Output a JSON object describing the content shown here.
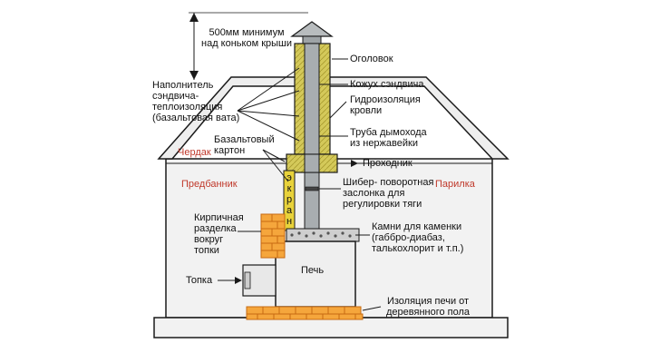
{
  "labels": {
    "min_height": "500мм минимум\nнад коньком крыши",
    "cap": "Оголовок",
    "sandwich_casing": "Кожух сэндвича",
    "filler": "Наполнитель\nсэндвича-\nтеплоизоляция\n(базальтовая вата)",
    "waterproofing": "Гидроизоляция\nкровли",
    "flue_pipe": "Труба дымохода\nиз нержавейки",
    "attic": "Чердак",
    "basalt_cardboard": "Базальтовый\nкартон",
    "passage": "Проходник",
    "anteroom": "Предбанник",
    "steam_room": "Парилка",
    "screen": "экран",
    "damper": "Шибер- поворотная\nзаслонка для\nрегулировки тяги",
    "brick_cutting": "Кирпичная\nразделка\nвокруг\nтопки",
    "stones": "Камни для каменки\n(габбро-диабаз,\nталькохлорит и т.п.)",
    "firebox": "Топка",
    "stove": "Печь",
    "insulation": "Изоляция печи от\nдеревянного пола"
  },
  "colors": {
    "outline": "#1a1a1a",
    "wall": "#f0f0f0",
    "insulation_fill": "#d4c95a",
    "pipe": "#9ea3a6",
    "brick": "#f5a63c",
    "brick_line": "#c76a12",
    "red_text": "#c0392b"
  },
  "icons": {
    "arrow": "arrow-right-icon",
    "double_arrow": "double-arrow-icon"
  }
}
